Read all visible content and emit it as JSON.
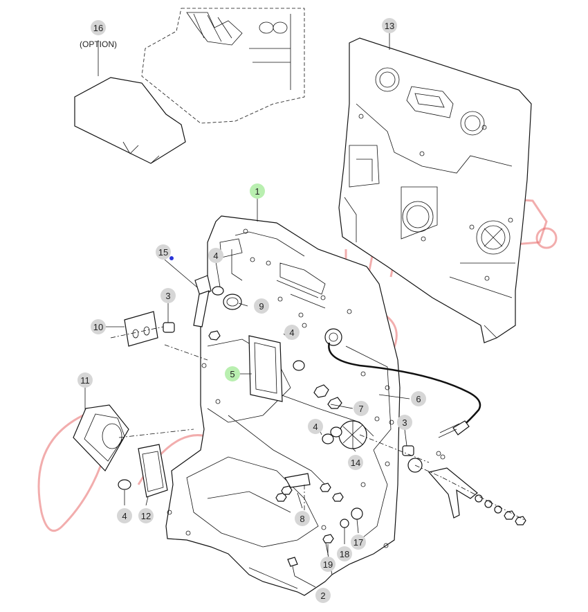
{
  "diagram": {
    "callouts": [
      {
        "id": "c16",
        "num": "16",
        "sub": "(OPTION)"
      },
      {
        "id": "c13",
        "num": "13"
      },
      {
        "id": "c1",
        "num": "1"
      },
      {
        "id": "c15",
        "num": "15"
      },
      {
        "id": "c4a",
        "num": "4"
      },
      {
        "id": "c3a",
        "num": "3"
      },
      {
        "id": "c9",
        "num": "9"
      },
      {
        "id": "c10",
        "num": "10"
      },
      {
        "id": "c4b",
        "num": "4"
      },
      {
        "id": "c5",
        "num": "5"
      },
      {
        "id": "c6",
        "num": "6"
      },
      {
        "id": "c11",
        "num": "11"
      },
      {
        "id": "c7",
        "num": "7"
      },
      {
        "id": "c4c",
        "num": "4"
      },
      {
        "id": "c3b",
        "num": "3"
      },
      {
        "id": "c14",
        "num": "14"
      },
      {
        "id": "c4d",
        "num": "4"
      },
      {
        "id": "c12",
        "num": "12"
      },
      {
        "id": "c8",
        "num": "8"
      },
      {
        "id": "c17",
        "num": "17"
      },
      {
        "id": "c19",
        "num": "19"
      },
      {
        "id": "c18",
        "num": "18"
      },
      {
        "id": "c2",
        "num": "2"
      }
    ],
    "highlight_colors": {
      "green": "#b9efb0",
      "gray": "#d6d6d6",
      "blue_dot": "#2a35d8",
      "watermark": "#e86a6a"
    }
  }
}
